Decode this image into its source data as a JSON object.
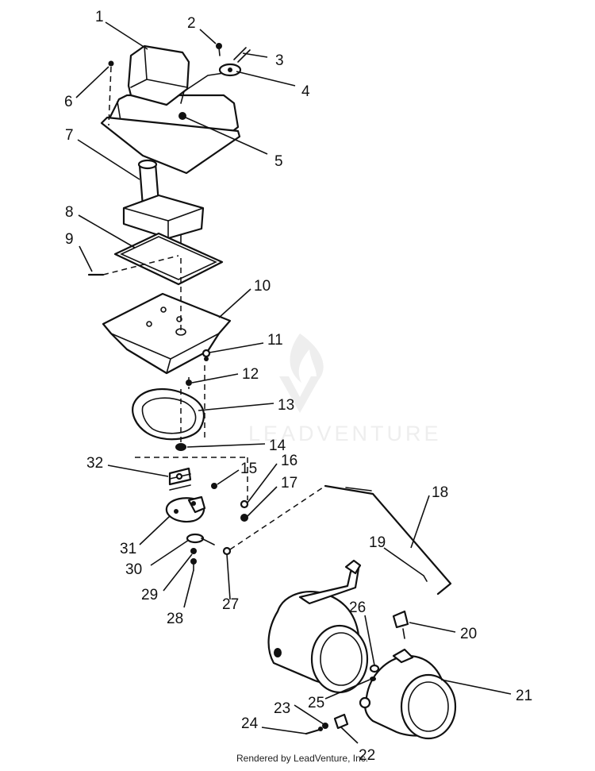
{
  "watermark": {
    "text": "LEADVENTURE",
    "icon": "leadventure-flame-logo-icon"
  },
  "footer": {
    "text": "Rendered by LeadVenture, Inc."
  },
  "callouts": [
    {
      "number": "1"
    },
    {
      "number": "2"
    },
    {
      "number": "3"
    },
    {
      "number": "4"
    },
    {
      "number": "5"
    },
    {
      "number": "6"
    },
    {
      "number": "7"
    },
    {
      "number": "8"
    },
    {
      "number": "9"
    },
    {
      "number": "10"
    },
    {
      "number": "11"
    },
    {
      "number": "12"
    },
    {
      "number": "13"
    },
    {
      "number": "14"
    },
    {
      "number": "15"
    },
    {
      "number": "16"
    },
    {
      "number": "17"
    },
    {
      "number": "18"
    },
    {
      "number": "19"
    },
    {
      "number": "20"
    },
    {
      "number": "21"
    },
    {
      "number": "22"
    },
    {
      "number": "23"
    },
    {
      "number": "24"
    },
    {
      "number": "25"
    },
    {
      "number": "26"
    },
    {
      "number": "27"
    },
    {
      "number": "28"
    },
    {
      "number": "29"
    },
    {
      "number": "30"
    },
    {
      "number": "31"
    },
    {
      "number": "32"
    }
  ]
}
